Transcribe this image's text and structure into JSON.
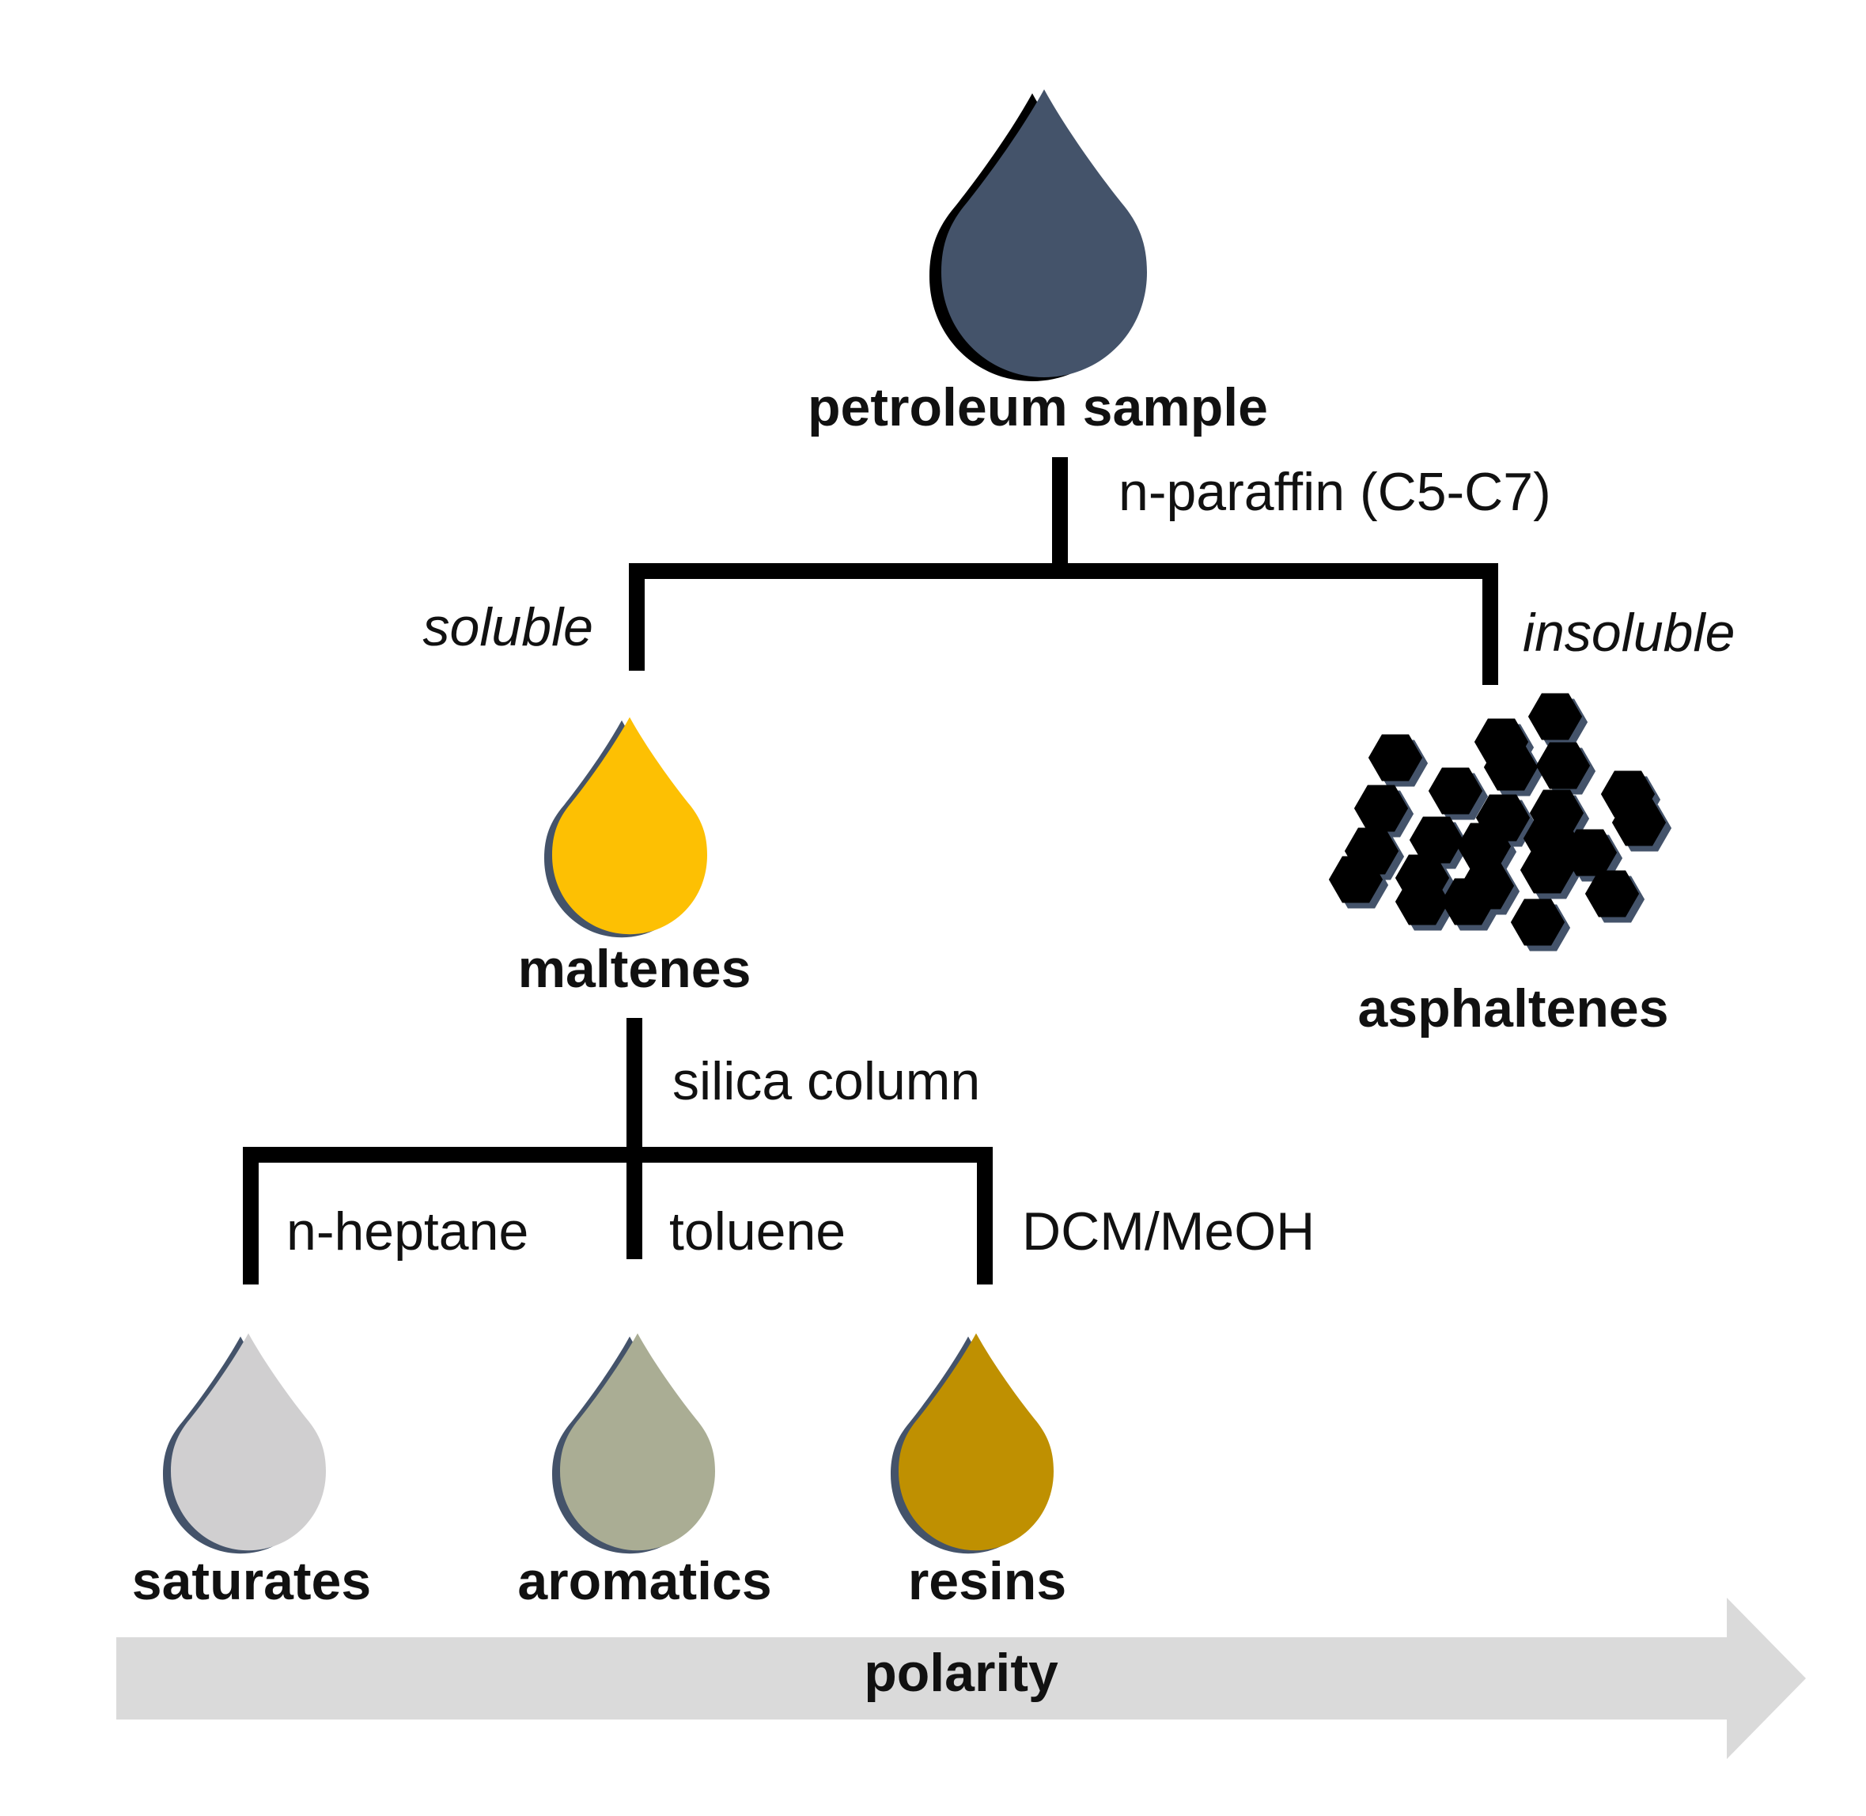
{
  "nodes": {
    "petroleum": {
      "label": "petroleum sample",
      "color": "#44536a"
    },
    "maltenes": {
      "label": "maltenes",
      "color": "#fdc003"
    },
    "asphaltenes": {
      "label": "asphaltenes",
      "color": "#000000"
    },
    "saturates": {
      "label": "saturates",
      "color": "#d0cfd0"
    },
    "aromatics": {
      "label": "aromatics",
      "color": "#aaad94"
    },
    "resins": {
      "label": "resins",
      "color": "#bf9001"
    }
  },
  "edges": {
    "nparaffin": "n-paraffin (C5-C7)",
    "soluble": "soluble",
    "insoluble": "insoluble",
    "silica": "silica column",
    "nheptane": "n-heptane",
    "toluene": "toluene",
    "dcm": "DCM/MeOH"
  },
  "axis": {
    "label": "polarity",
    "color": "#dadada"
  },
  "colors": {
    "drop_shadow": "#44536a",
    "line": "#000000"
  }
}
